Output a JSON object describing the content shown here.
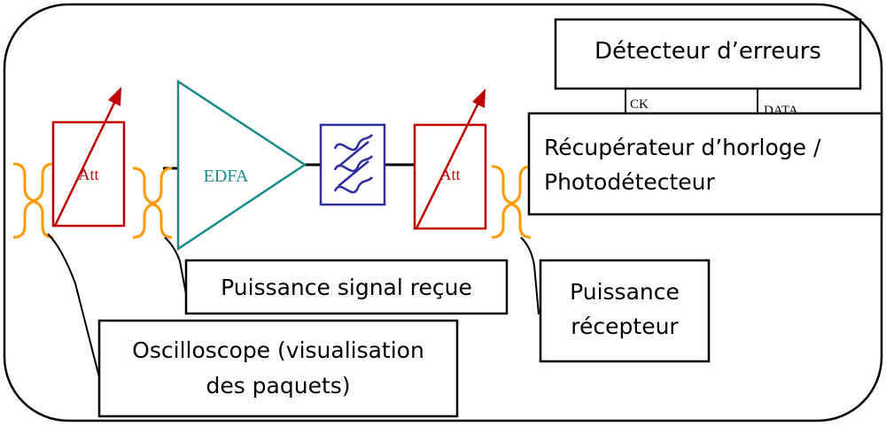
{
  "colors": {
    "frame": "#000000",
    "attenuator": "#c00000",
    "edfa": "#1a8a8a",
    "filter": "#2e2e9e",
    "coupler": "#ff9900",
    "box_fill": "#ffffff"
  },
  "attenuator_left": {
    "label": "Att"
  },
  "edfa": {
    "label": "EDFA"
  },
  "filter": {
    "icon": "bandpass-filter-icon"
  },
  "attenuator_right": {
    "label": "Att"
  },
  "error_detector": {
    "label": "Détecteur d’erreurs"
  },
  "clock_recovery": {
    "line1": "Récupérateur d’horloge /",
    "line2": "Photodétecteur"
  },
  "ports": {
    "ck": "CK",
    "data": "DATA"
  },
  "received_power": {
    "label": "Puissance signal reçue"
  },
  "receiver_power": {
    "line1": "Puissance",
    "line2": "récepteur"
  },
  "oscilloscope": {
    "line1": "Oscilloscope (visualisation",
    "line2": "des paquets)"
  }
}
